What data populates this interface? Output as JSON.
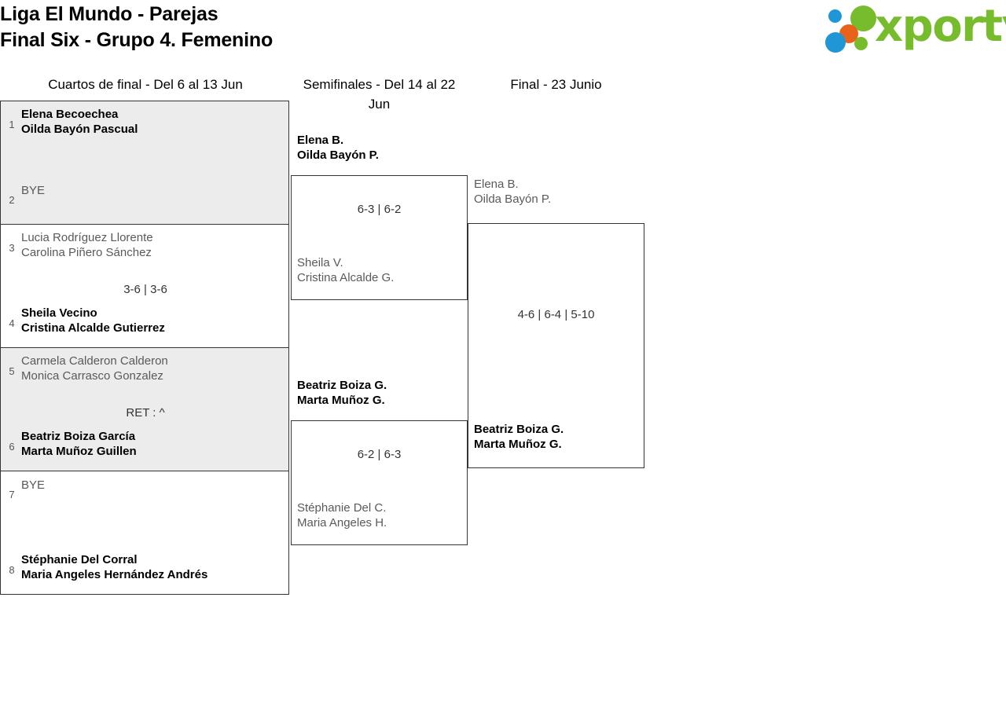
{
  "header": {
    "title": "Liga El Mundo - Parejas\nFinal Six - Grupo 4. Femenino",
    "logo_text": "xporty"
  },
  "rounds": [
    {
      "label": "Cuartos de final - Del 6 al 13 Jun"
    },
    {
      "label": "Semifinales - Del 14 al 22 Jun"
    },
    {
      "label": "Final - 23 Junio"
    }
  ],
  "quarterfinals": [
    {
      "top": {
        "seed": "1",
        "player1": "Elena Becoechea",
        "player2": "Oilda Bayón Pascual",
        "winner": true
      },
      "bottom": {
        "seed": "2",
        "player1": "BYE",
        "player2": "",
        "winner": false
      },
      "score": ""
    },
    {
      "top": {
        "seed": "3",
        "player1": "Lucia Rodríguez Llorente",
        "player2": "Carolina Piñero Sánchez",
        "winner": false
      },
      "bottom": {
        "seed": "4",
        "player1": "Sheila Vecino",
        "player2": "Cristina Alcalde Gutierrez",
        "winner": true
      },
      "score": "3-6 | 3-6"
    },
    {
      "top": {
        "seed": "5",
        "player1": "Carmela Calderon Calderon",
        "player2": "Monica Carrasco Gonzalez",
        "winner": false
      },
      "bottom": {
        "seed": "6",
        "player1": "Beatriz Boiza García",
        "player2": "Marta Muñoz Guillen",
        "winner": true
      },
      "score": "RET : ^"
    },
    {
      "top": {
        "seed": "7",
        "player1": "BYE",
        "player2": "",
        "winner": false
      },
      "bottom": {
        "seed": "8",
        "player1": "Stéphanie Del Corral",
        "player2": "Maria Angeles Hernández Andrés",
        "winner": true
      },
      "score": ""
    }
  ],
  "semifinals": [
    {
      "winner": {
        "player1": "Elena B.",
        "player2": "Oilda Bayón P."
      },
      "loser": {
        "player1": "Sheila V.",
        "player2": "Cristina Alcalde G."
      },
      "score": "6-3 | 6-2"
    },
    {
      "winner": {
        "player1": "Beatriz Boiza G.",
        "player2": "Marta Muñoz G."
      },
      "loser": {
        "player1": "Stéphanie Del C.",
        "player2": "Maria Angeles H."
      },
      "score": "6-2 | 6-3"
    }
  ],
  "final": {
    "loser": {
      "player1": "Elena B.",
      "player2": "Oilda Bayón P."
    },
    "winner": {
      "player1": "Beatriz Boiza G.",
      "player2": "Marta Muñoz G."
    },
    "score": "4-6 | 6-4 | 5-10"
  }
}
